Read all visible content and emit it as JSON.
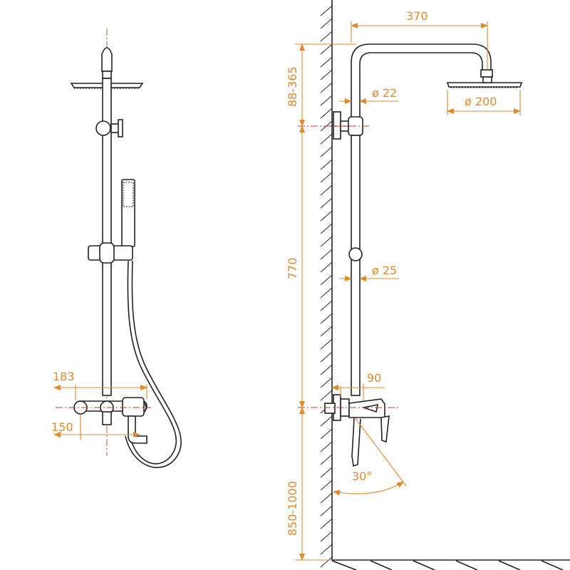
{
  "dimensions": {
    "front_mixer_width": "183",
    "front_center_distance": "150",
    "arm_length": "370",
    "head_diameter": "ø 200",
    "adjust_range": "88-365",
    "pipe_diameter_top": "ø 22",
    "rail_height": "770",
    "pipe_diameter_bottom": "ø 25",
    "spout_projection": "90",
    "mixer_height": "850-1000",
    "angle": "30°"
  },
  "colors": {
    "dimension": "#e08a2c",
    "centerline": "#c0392b",
    "outline": "#222222"
  }
}
